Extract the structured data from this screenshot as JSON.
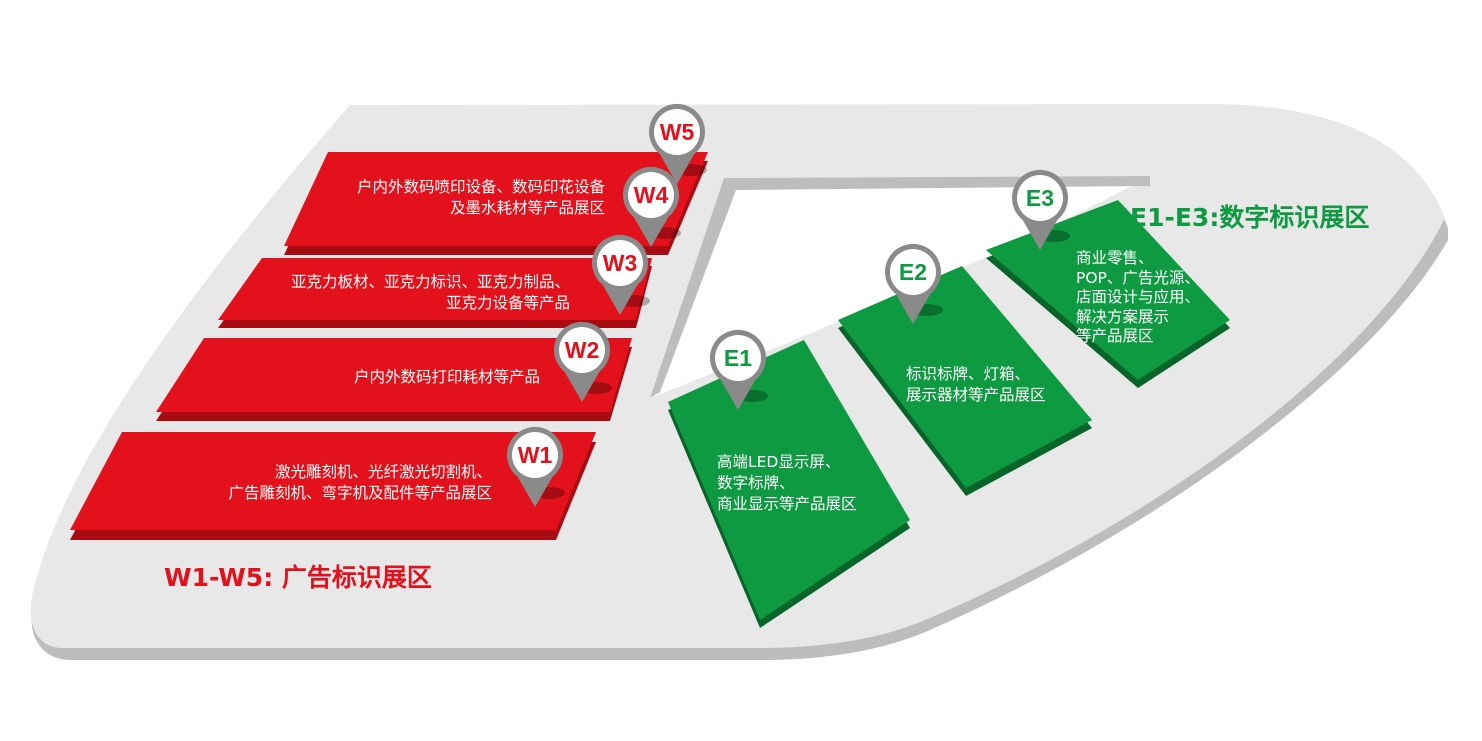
{
  "colors": {
    "floor": "#e8e8e8",
    "floor_shadow": "#bdbdbd",
    "west": "#e3111b",
    "west_dark": "#a80c12",
    "east": "#0d9a40",
    "east_dark": "#08652a",
    "pin": "#8a8a8a"
  },
  "zones": {
    "west_title": "W1-W5: 广告标识展区",
    "east_title": "E1-E3:数字标识展区"
  },
  "halls": [
    {
      "id": "W1",
      "lines": [
        "激光雕刻机、光纤激光切割机、",
        "广告雕刻机、弯字机及配件等产品展区"
      ]
    },
    {
      "id": "W2",
      "lines": [
        "户内外数码打印耗材等产品"
      ]
    },
    {
      "id": "W3",
      "lines": [
        "亚克力板材、亚克力标识、亚克力制品、",
        "亚克力设备等产品"
      ]
    },
    {
      "id": "W4",
      "lines": [
        "户内外数码喷印设备、数码印花设备",
        "及墨水耗材等产品展区"
      ]
    },
    {
      "id": "W5",
      "lines": []
    },
    {
      "id": "E1",
      "lines": [
        "高端LED显示屏、",
        "数字标牌、",
        "商业显示等产品展区"
      ]
    },
    {
      "id": "E2",
      "lines": [
        "标识标牌、灯箱、",
        "展示器材等产品展区"
      ]
    },
    {
      "id": "E3",
      "lines": [
        "商业零售、",
        "POP、广告光源、",
        "店面设计与应用、",
        "解决方案展示",
        "等产品展区"
      ]
    }
  ]
}
